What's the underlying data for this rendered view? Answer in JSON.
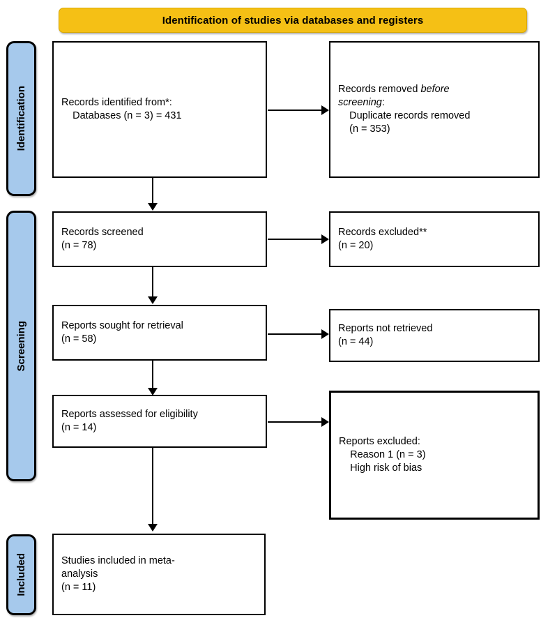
{
  "banner": {
    "title": "Identification of studies via databases and registers",
    "color": "#F5C015"
  },
  "stages": [
    {
      "key": "identification",
      "label": "Identification",
      "color": "#A6C9EC"
    },
    {
      "key": "screening",
      "label": "Screening",
      "color": "#A6C9EC"
    },
    {
      "key": "included",
      "label": "Included",
      "color": "#A6C9EC"
    }
  ],
  "boxes": {
    "records_identified": {
      "line1": "Records identified from*:",
      "line2": "    Databases (n = 3) = 431"
    },
    "records_removed": {
      "line1_pre": "Records removed ",
      "line1_ital": "before",
      "line2_ital": "screening",
      "line2_post": ":",
      "line3": "    Duplicate records removed",
      "line4": "    (n = 353)"
    },
    "records_screened": {
      "line1": "Records screened",
      "line2": "(n = 78)"
    },
    "records_excluded": {
      "line1": "Records excluded**",
      "line2": "(n = 20)"
    },
    "reports_sought": {
      "line1": "Reports sought for retrieval",
      "line2": "(n = 58)"
    },
    "reports_not_retrieved": {
      "line1": "Reports not retrieved",
      "line2": "(n = 44)"
    },
    "reports_assessed": {
      "line1": "Reports assessed for eligibility",
      "line2": "(n = 14)"
    },
    "reports_excluded": {
      "line1": "Reports excluded:",
      "line2": "    Reason 1 (n = 3)",
      "line3": "    High risk of bias"
    },
    "studies_included": {
      "line1": "Studies included in meta-",
      "line2": "analysis",
      "line3": "(n = 11)"
    }
  },
  "counts": {
    "databases_n": 3,
    "records_identified": 431,
    "duplicates_removed": 353,
    "records_screened": 78,
    "records_excluded": 20,
    "reports_sought": 58,
    "reports_not_retrieved": 44,
    "reports_assessed": 14,
    "reason_1": 3,
    "studies_included": 11
  }
}
